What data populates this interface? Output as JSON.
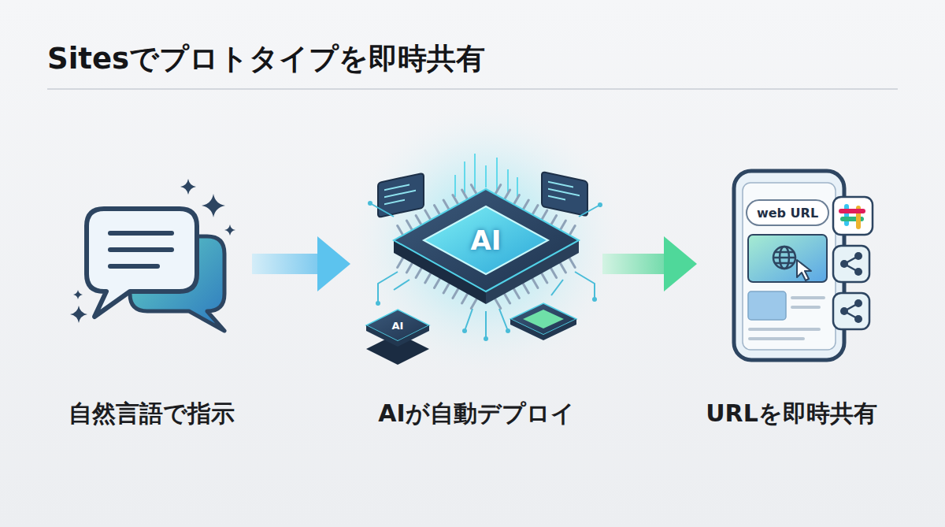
{
  "diagram": {
    "title": "Sitesでプロトタイプを即時共有",
    "nodes": [
      {
        "text": [
          "自然言語で指示"
        ]
      },
      {
        "text": [
          "AIが自動デプロイ"
        ]
      },
      {
        "text": [
          "URLを即時共有"
        ]
      }
    ],
    "edges": [
      {
        "from": 0,
        "to": 1,
        "arrow": "to"
      },
      {
        "from": 1,
        "to": 2,
        "arrow": "to"
      }
    ],
    "labels": [
      "AI",
      "AI",
      "web URL"
    ]
  }
}
